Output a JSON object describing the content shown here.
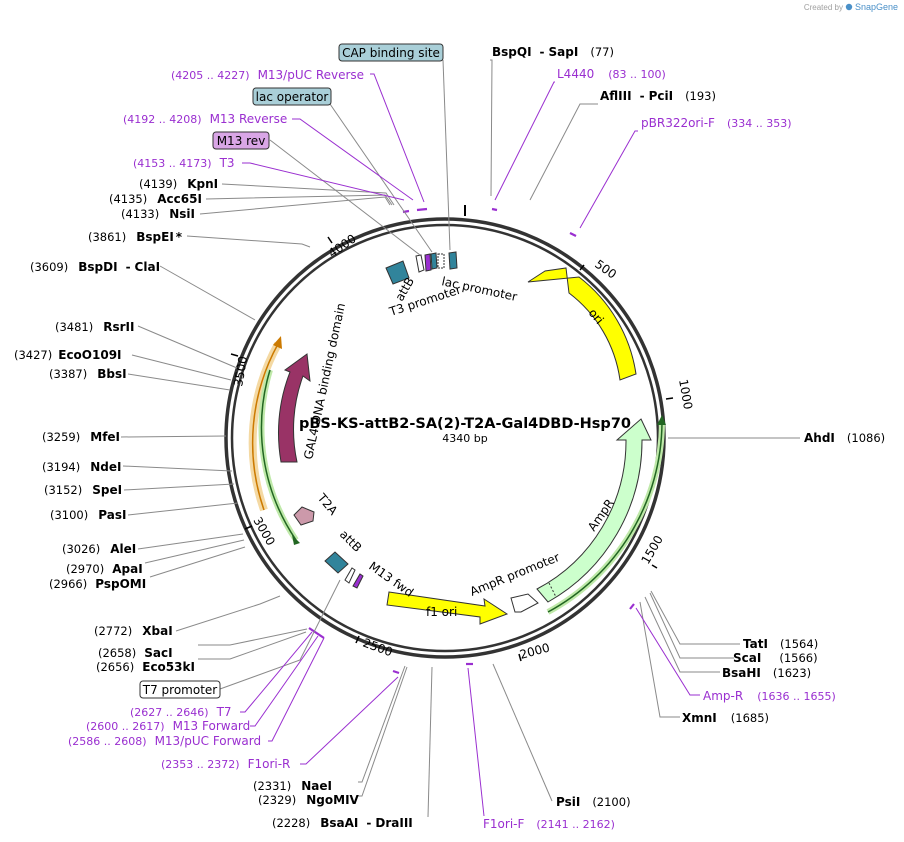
{
  "creator": {
    "prefix": "Created by",
    "brand": "SnapGene"
  },
  "plasmid": {
    "name": "pBS-KS-attB2-SA(2)-T2A-Gal4DBD-Hsp70",
    "length": "4340 bp"
  },
  "ticks": [
    "500",
    "1000",
    "1500",
    "2000",
    "2500",
    "3000",
    "3500",
    "4000"
  ],
  "enzymes": [
    {
      "name": "BspQI",
      "name2": "SapI",
      "pos": "(77)"
    },
    {
      "name": "AflIII",
      "name2": "PciI",
      "pos": "(193)"
    },
    {
      "name": "AhdI",
      "pos": "(1086)"
    },
    {
      "name": "TatI",
      "pos": "(1564)"
    },
    {
      "name": "ScaI",
      "pos": "(1566)"
    },
    {
      "name": "BsaHI",
      "pos": "(1623)"
    },
    {
      "name": "XmnI",
      "pos": "(1685)"
    },
    {
      "name": "PsiI",
      "pos": "(2100)"
    },
    {
      "name": "BsaAI",
      "name2": "DraIII",
      "pos": "(2228)"
    },
    {
      "name": "NgoMIV",
      "pos": "(2329)"
    },
    {
      "name": "NaeI",
      "pos": "(2331)"
    },
    {
      "name": "Eco53kI",
      "pos": "(2656)"
    },
    {
      "name": "SacI",
      "pos": "(2658)"
    },
    {
      "name": "XbaI",
      "pos": "(2772)"
    },
    {
      "name": "PspOMI",
      "pos": "(2966)"
    },
    {
      "name": "ApaI",
      "pos": "(2970)"
    },
    {
      "name": "AleI",
      "pos": "(3026)"
    },
    {
      "name": "PasI",
      "pos": "(3100)"
    },
    {
      "name": "SpeI",
      "pos": "(3152)"
    },
    {
      "name": "NdeI",
      "pos": "(3194)"
    },
    {
      "name": "MfeI",
      "pos": "(3259)"
    },
    {
      "name": "BbsI",
      "pos": "(3387)"
    },
    {
      "name": "EcoO109I",
      "pos": "(3427)"
    },
    {
      "name": "RsrII",
      "pos": "(3481)"
    },
    {
      "name": "BspDI",
      "name2": "ClaI",
      "pos": "(3609)"
    },
    {
      "name": "BspEI",
      "star": "*",
      "pos": "(3861)"
    },
    {
      "name": "NsiI",
      "pos": "(4133)"
    },
    {
      "name": "Acc65I",
      "pos": "(4135)"
    },
    {
      "name": "KpnI",
      "pos": "(4139)"
    }
  ],
  "primers": [
    {
      "name": "L4440",
      "pos": "(83 .. 100)"
    },
    {
      "name": "pBR322ori-F",
      "pos": "(334 .. 353)"
    },
    {
      "name": "Amp-R",
      "pos": "(1636 .. 1655)"
    },
    {
      "name": "F1ori-F",
      "pos": "(2141 .. 2162)"
    },
    {
      "name": "F1ori-R",
      "pos": "(2353 .. 2372)"
    },
    {
      "name": "M13/pUC Forward",
      "pos": "(2586 .. 2608)"
    },
    {
      "name": "M13 Forward",
      "pos": "(2600 .. 2617)"
    },
    {
      "name": "T7",
      "pos": "(2627 .. 2646)"
    },
    {
      "name": "T3",
      "pos": "(4153 .. 4173)"
    },
    {
      "name": "M13 Reverse",
      "pos": "(4192 .. 4208)"
    },
    {
      "name": "M13/pUC Reverse",
      "pos": "(4205 .. 4227)"
    }
  ],
  "boxed_features": [
    {
      "label": "CAP binding site",
      "color": "#a9cfd8"
    },
    {
      "label": "lac operator",
      "color": "#a9cfd8"
    },
    {
      "label": "M13 rev",
      "color": "#d9a6e6"
    },
    {
      "label": "T7 promoter",
      "color": "#ffffff"
    }
  ],
  "features": [
    {
      "label": "ori",
      "color": "#ffff00"
    },
    {
      "label": "AmpR",
      "color": "#ccffcc"
    },
    {
      "label": "AmpR promoter",
      "color": "#ffffff"
    },
    {
      "label": "f1 ori",
      "color": "#ffff00"
    },
    {
      "label": "GAL4 DNA binding domain",
      "color": "#993366"
    },
    {
      "label": "T2A",
      "color": "#cc99aa"
    },
    {
      "label": "attB",
      "color": "#31849b"
    },
    {
      "label": "attB",
      "color": "#31849b"
    },
    {
      "label": "lac promoter",
      "color": "#ffffff"
    },
    {
      "label": "T3 promoter",
      "color": "#ffffff"
    },
    {
      "label": "M13 fwd",
      "color": "#ffffff"
    }
  ]
}
